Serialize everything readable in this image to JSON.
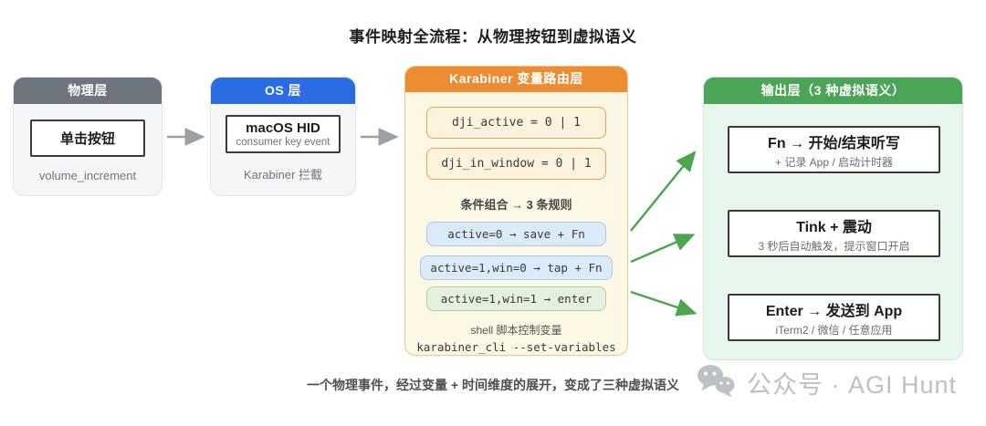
{
  "title": "事件映射全流程：从物理按钮到虚拟语义",
  "caption": "一个物理事件，经过变量 + 时间维度的展开，变成了三种虚拟语义",
  "watermark": {
    "icon": "wechat-icon",
    "text": "公众号 · AGI Hunt"
  },
  "colors": {
    "physical_header": "#6e757c",
    "os_header": "#2b6be4",
    "karabiner_header": "#ec8d33",
    "output_header": "#4aa557",
    "karabiner_body": "#fdf8e6",
    "output_body": "#e9f6ed",
    "var_box_bg": "#fdf2dd",
    "rule_blue_bg": "#dcebfa",
    "rule_green_bg": "#e5f1e0",
    "arrow_gray": "#9aa0a6",
    "arrow_green": "#4ba64f"
  },
  "layers": {
    "physical": {
      "header": "物理层",
      "box_title": "单击按钮",
      "footnote": "volume_increment"
    },
    "os": {
      "header": "OS 层",
      "box_title": "macOS HID",
      "box_subtitle": "consumer key event",
      "footnote": "Karabiner 拦截"
    },
    "karabiner": {
      "header": "Karabiner 变量路由层",
      "variables": [
        "dji_active = 0 | 1",
        "dji_in_window = 0 | 1"
      ],
      "rules_label": "条件组合 → 3 条规则",
      "rules": [
        {
          "text": "active=0 → save + Fn",
          "type": "blue"
        },
        {
          "text": "active=1,win=0 → tap + Fn",
          "type": "blue"
        },
        {
          "text": "active=1,win=1 → enter",
          "type": "green"
        }
      ],
      "shell_note": "shell 脚本控制变量",
      "shell_command": "karabiner_cli --set-variables"
    },
    "output": {
      "header": "输出层（3 种虚拟语义）",
      "items": [
        {
          "title": "Fn → 开始/结束听写",
          "subtitle": "+ 记录 App / 启动计时器"
        },
        {
          "title": "Tink + 震动",
          "subtitle": "3 秒后自动触发，提示窗口开启"
        },
        {
          "title": "Enter → 发送到 App",
          "subtitle": "iTerm2 / 微信 / 任意应用"
        }
      ]
    }
  }
}
